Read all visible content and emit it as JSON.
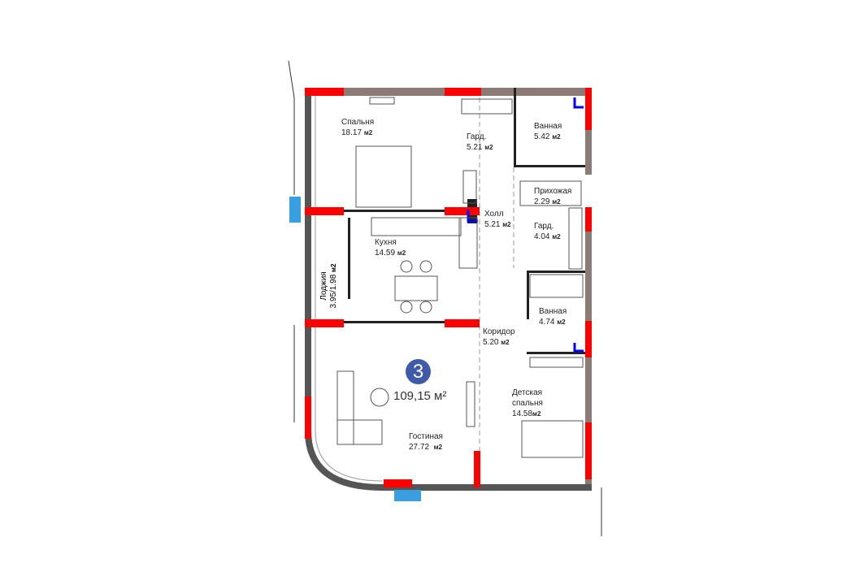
{
  "apartment": {
    "rooms_count": "3",
    "total_area": "109,15 м²"
  },
  "rooms": [
    {
      "name": "Спальня",
      "area": "18.17",
      "unit": "м2"
    },
    {
      "name": "Гард.",
      "area": "5.21",
      "unit": "м2"
    },
    {
      "name": "Ванная",
      "area": "5.42",
      "unit": "м2"
    },
    {
      "name": "Прихожая",
      "area": "2.29",
      "unit": "м2"
    },
    {
      "name": "Холл",
      "area": "5.21",
      "unit": "м2"
    },
    {
      "name": "Гард.",
      "area": "4.04",
      "unit": "м2"
    },
    {
      "name": "Кухня",
      "area": "14.59",
      "unit": "м2"
    },
    {
      "name": "Ванная",
      "area": "4.74",
      "unit": "м2"
    },
    {
      "name": "Коридор",
      "area": "5.20",
      "unit": "м2"
    },
    {
      "name": "Детская спальня",
      "area": "14.58",
      "unit": "м2"
    },
    {
      "name": "Гостиная",
      "area": "27.72",
      "unit": "м2"
    },
    {
      "name": "Лоджия",
      "area": "3.95/1.98",
      "unit": "м2"
    }
  ],
  "colors": {
    "window": "#ff0000",
    "wall": "#8b7b74",
    "badge": "#3f5aa8",
    "glass": "#3a9fe0",
    "riser": "#0000ff"
  }
}
